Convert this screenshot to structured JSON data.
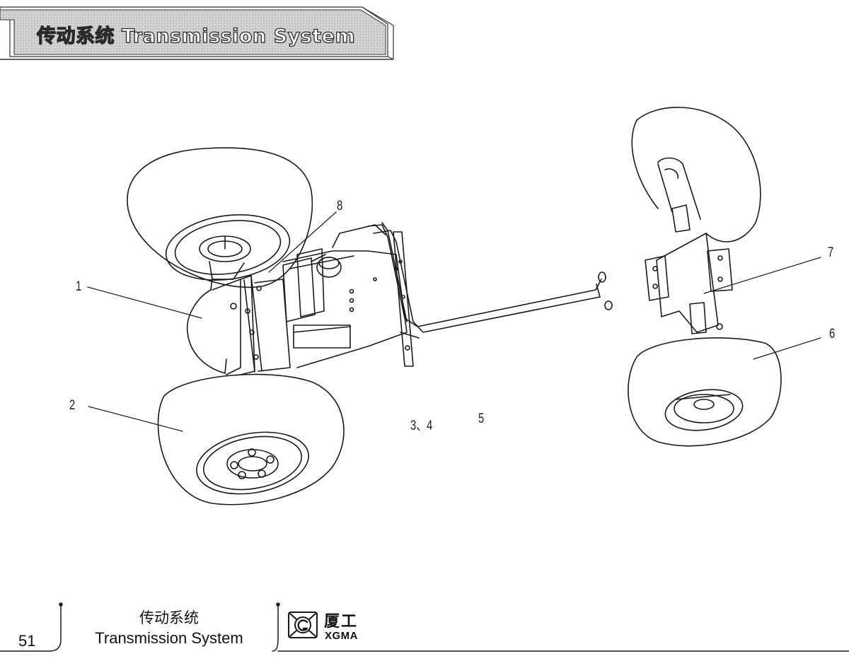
{
  "header": {
    "title": "传动系统 Transmission System"
  },
  "callouts": [
    {
      "id": "1",
      "text": "1"
    },
    {
      "id": "2",
      "text": "2"
    },
    {
      "id": "34",
      "text": "3、4"
    },
    {
      "id": "5",
      "text": "5"
    },
    {
      "id": "6",
      "text": "6"
    },
    {
      "id": "7",
      "text": "7"
    },
    {
      "id": "8",
      "text": "8"
    }
  ],
  "footer": {
    "page_number": "51",
    "title_cn": "传动系统",
    "title_en": "Transmission System",
    "brand_cn": "厦工",
    "brand_en": "XGMA"
  },
  "colors": {
    "ink": "#1a1a1a",
    "banner_fill": "#d4d4d4",
    "background": "#ffffff"
  },
  "icons": {
    "logo": "xgma-logo-icon"
  }
}
